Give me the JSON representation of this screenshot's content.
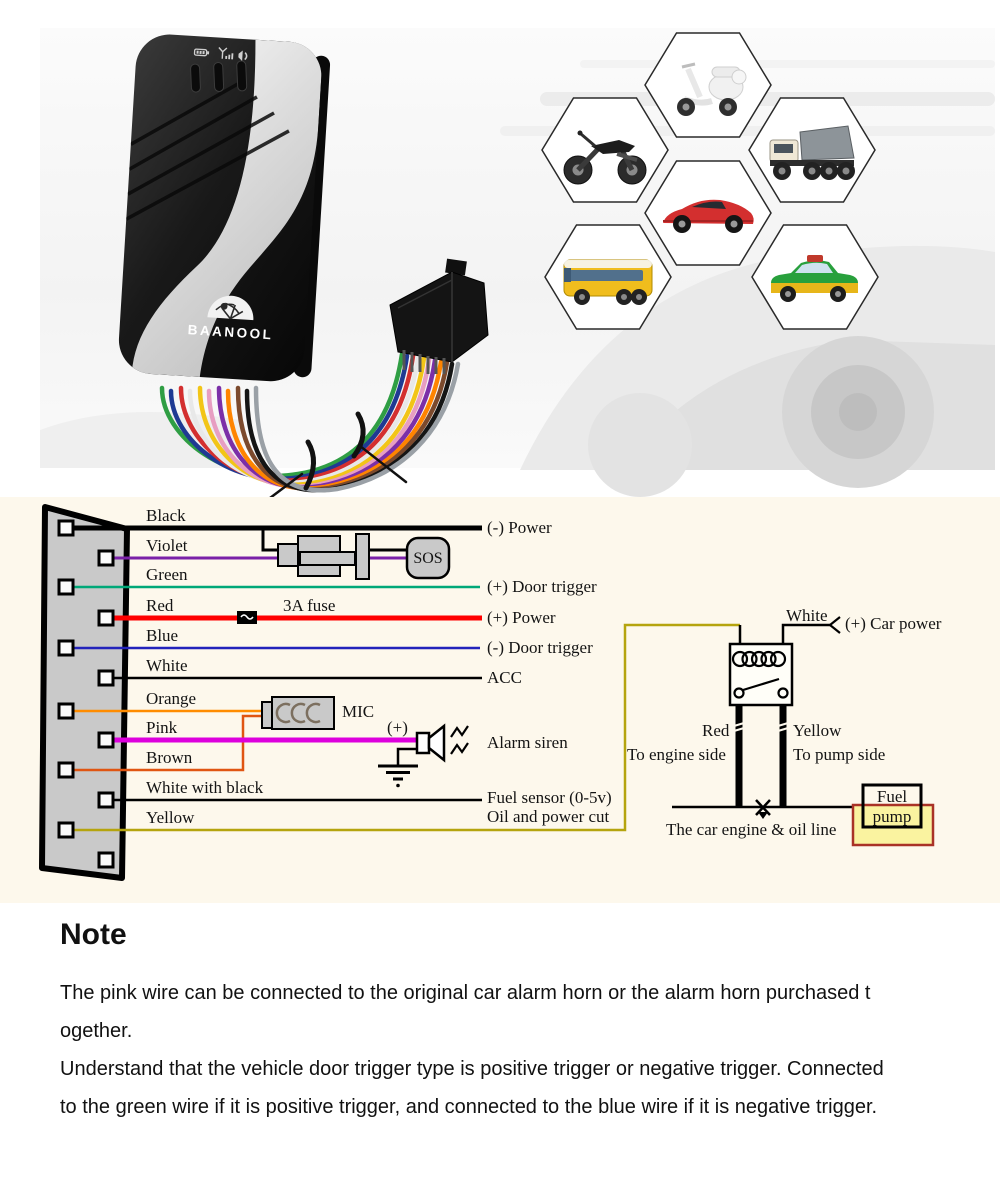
{
  "product": {
    "brand": "BAANOOL",
    "status_icons": [
      "battery-icon",
      "gsm-signal-icon",
      "speaker-icon"
    ],
    "vehicles": [
      "motorcycle",
      "scooter",
      "dump-truck",
      "sports-car",
      "coach-bus",
      "taxi"
    ]
  },
  "diagram": {
    "background_color": "#fdf8ec",
    "wires": [
      {
        "label": "Black",
        "color": "#000000"
      },
      {
        "label": "Violet",
        "color": "#7a21a8"
      },
      {
        "label": "Green",
        "color": "#00a878"
      },
      {
        "label": "Red",
        "color": "#ff0000"
      },
      {
        "label": "Blue",
        "color": "#2323bb"
      },
      {
        "label": "White",
        "color": "#000000"
      },
      {
        "label": "Orange",
        "color": "#ff8c00"
      },
      {
        "label": "Pink",
        "color": "#dd00dd"
      },
      {
        "label": "Brown",
        "color": "#e05512"
      },
      {
        "label": "White with black",
        "color": "#000000"
      },
      {
        "label": "Yellow",
        "color": "#b5a40e"
      }
    ],
    "outputs": [
      "(-) Power",
      "(+) Door trigger",
      "(+) Power",
      "(-) Door trigger",
      "ACC",
      "Alarm siren",
      "Fuel sensor (0-5v)",
      "Oil and power cut"
    ],
    "components": {
      "sos": "SOS",
      "fuse": "3A fuse",
      "mic": "MIC",
      "siren_plus": "(+)"
    },
    "relay": {
      "white": "White",
      "car_power": "(+) Car power",
      "red": "Red",
      "yellow": "Yellow",
      "engine_side": "To engine side",
      "pump_side": "To pump side"
    },
    "fuel_pump": {
      "line1": "Fuel",
      "line2": "pump"
    },
    "engine_oil_line": "The car engine & oil line"
  },
  "note": {
    "title": "Note",
    "lines": [
      "The pink wire can be connected to the original car alarm horn or the alarm horn purchased t",
      "ogether.",
      "Understand that the vehicle door trigger type is positive trigger or negative trigger. Connected",
      "to the green wire if it is positive trigger, and connected to the blue wire if it is negative trigger."
    ]
  }
}
